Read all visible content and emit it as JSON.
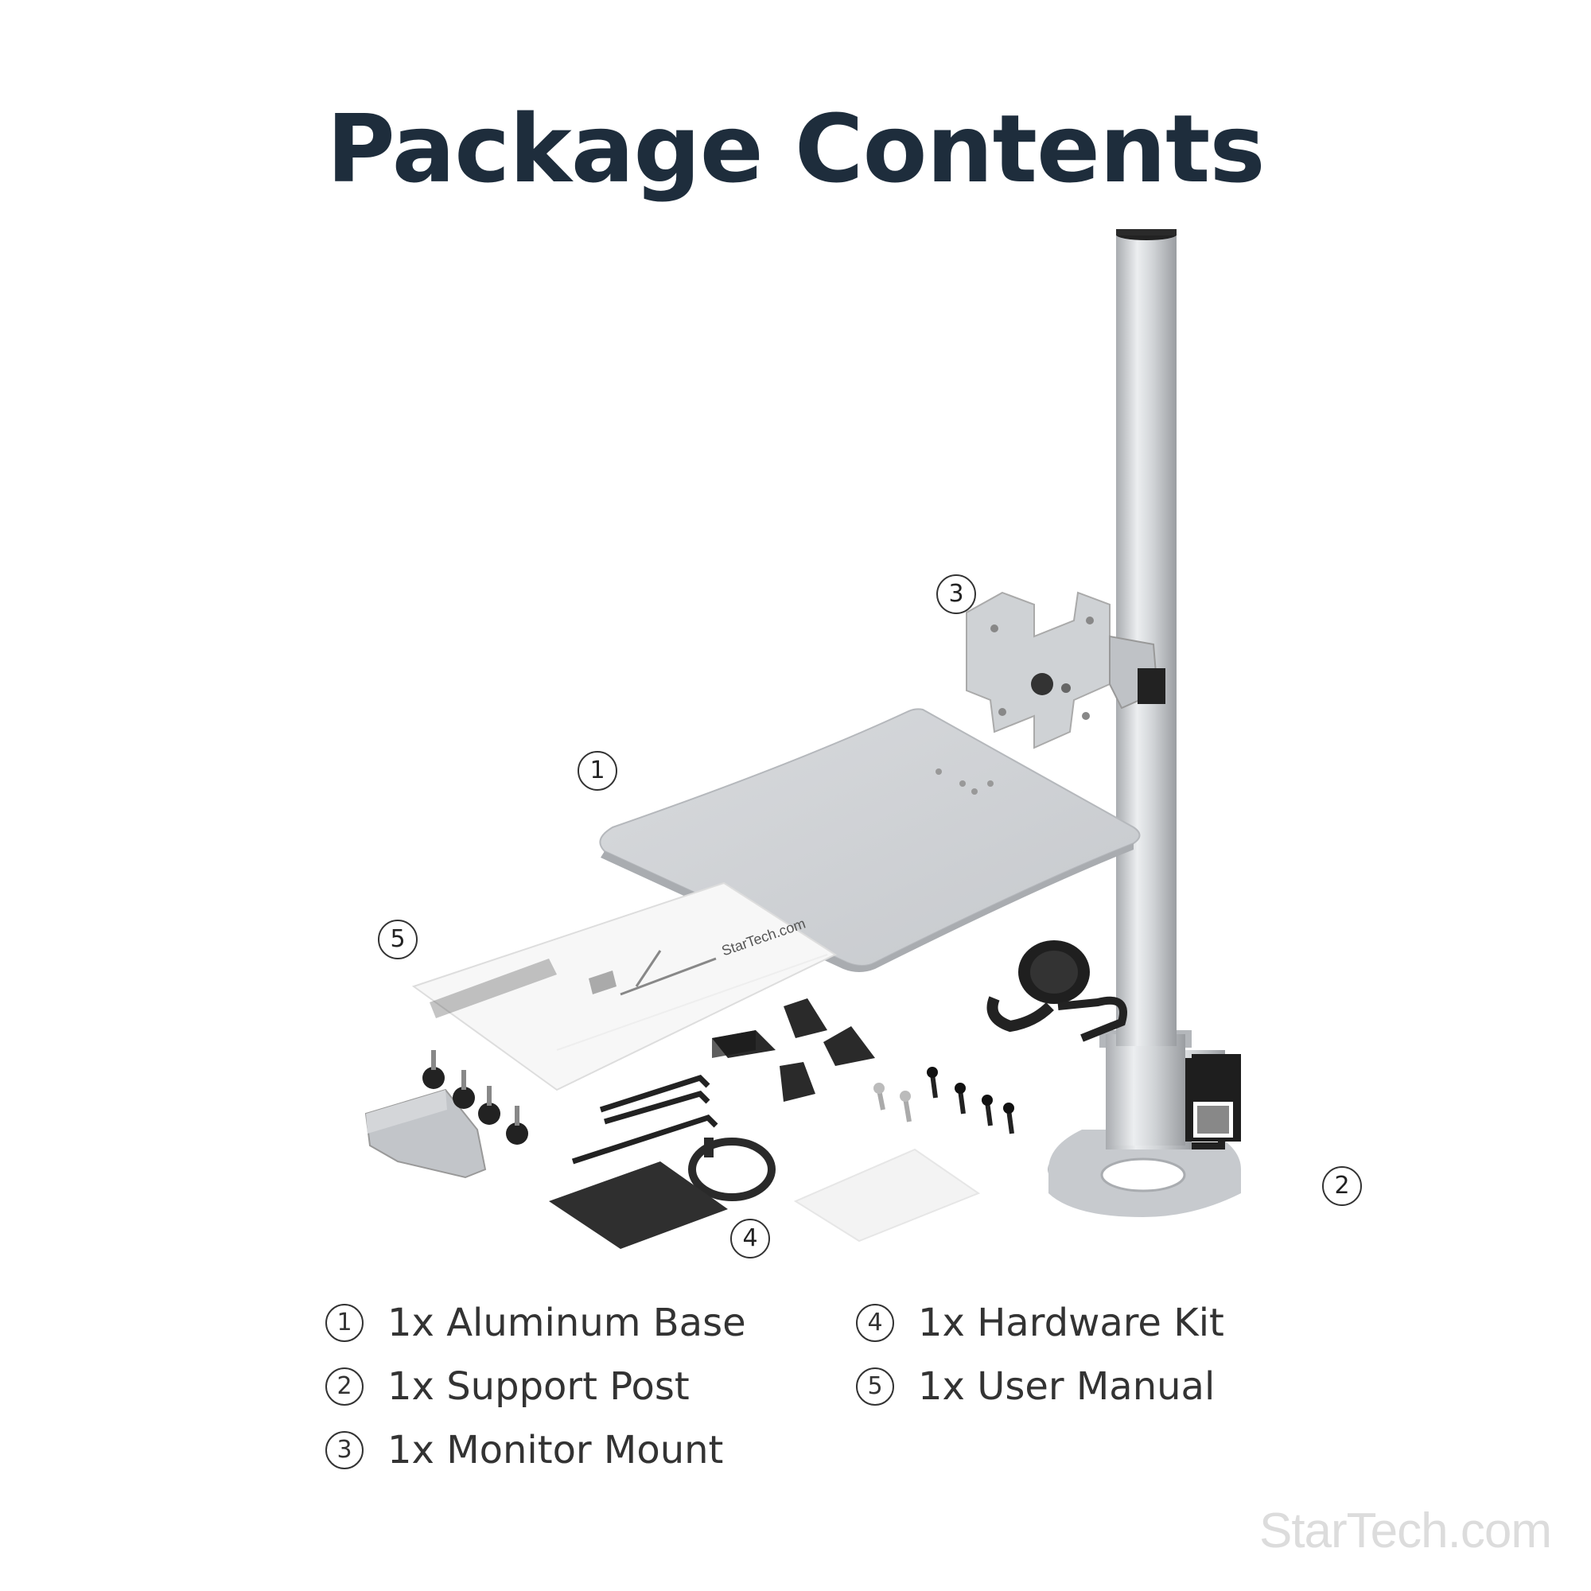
{
  "title": "Package Contents",
  "callouts": [
    "1",
    "2",
    "3",
    "4",
    "5"
  ],
  "items": [
    {
      "num": "1",
      "text": "1x Aluminum Base"
    },
    {
      "num": "2",
      "text": "1x Support Post"
    },
    {
      "num": "3",
      "text": "1x Monitor Mount"
    },
    {
      "num": "4",
      "text": "1x Hardware Kit"
    },
    {
      "num": "5",
      "text": "1x User Manual"
    }
  ],
  "manual": {
    "brand": "StarTech.com"
  },
  "watermark": "StarTech.com",
  "colors": {
    "title": "#1e2d3c",
    "aluminum": "#c9ccd0",
    "dark": "#2a2a2a"
  }
}
